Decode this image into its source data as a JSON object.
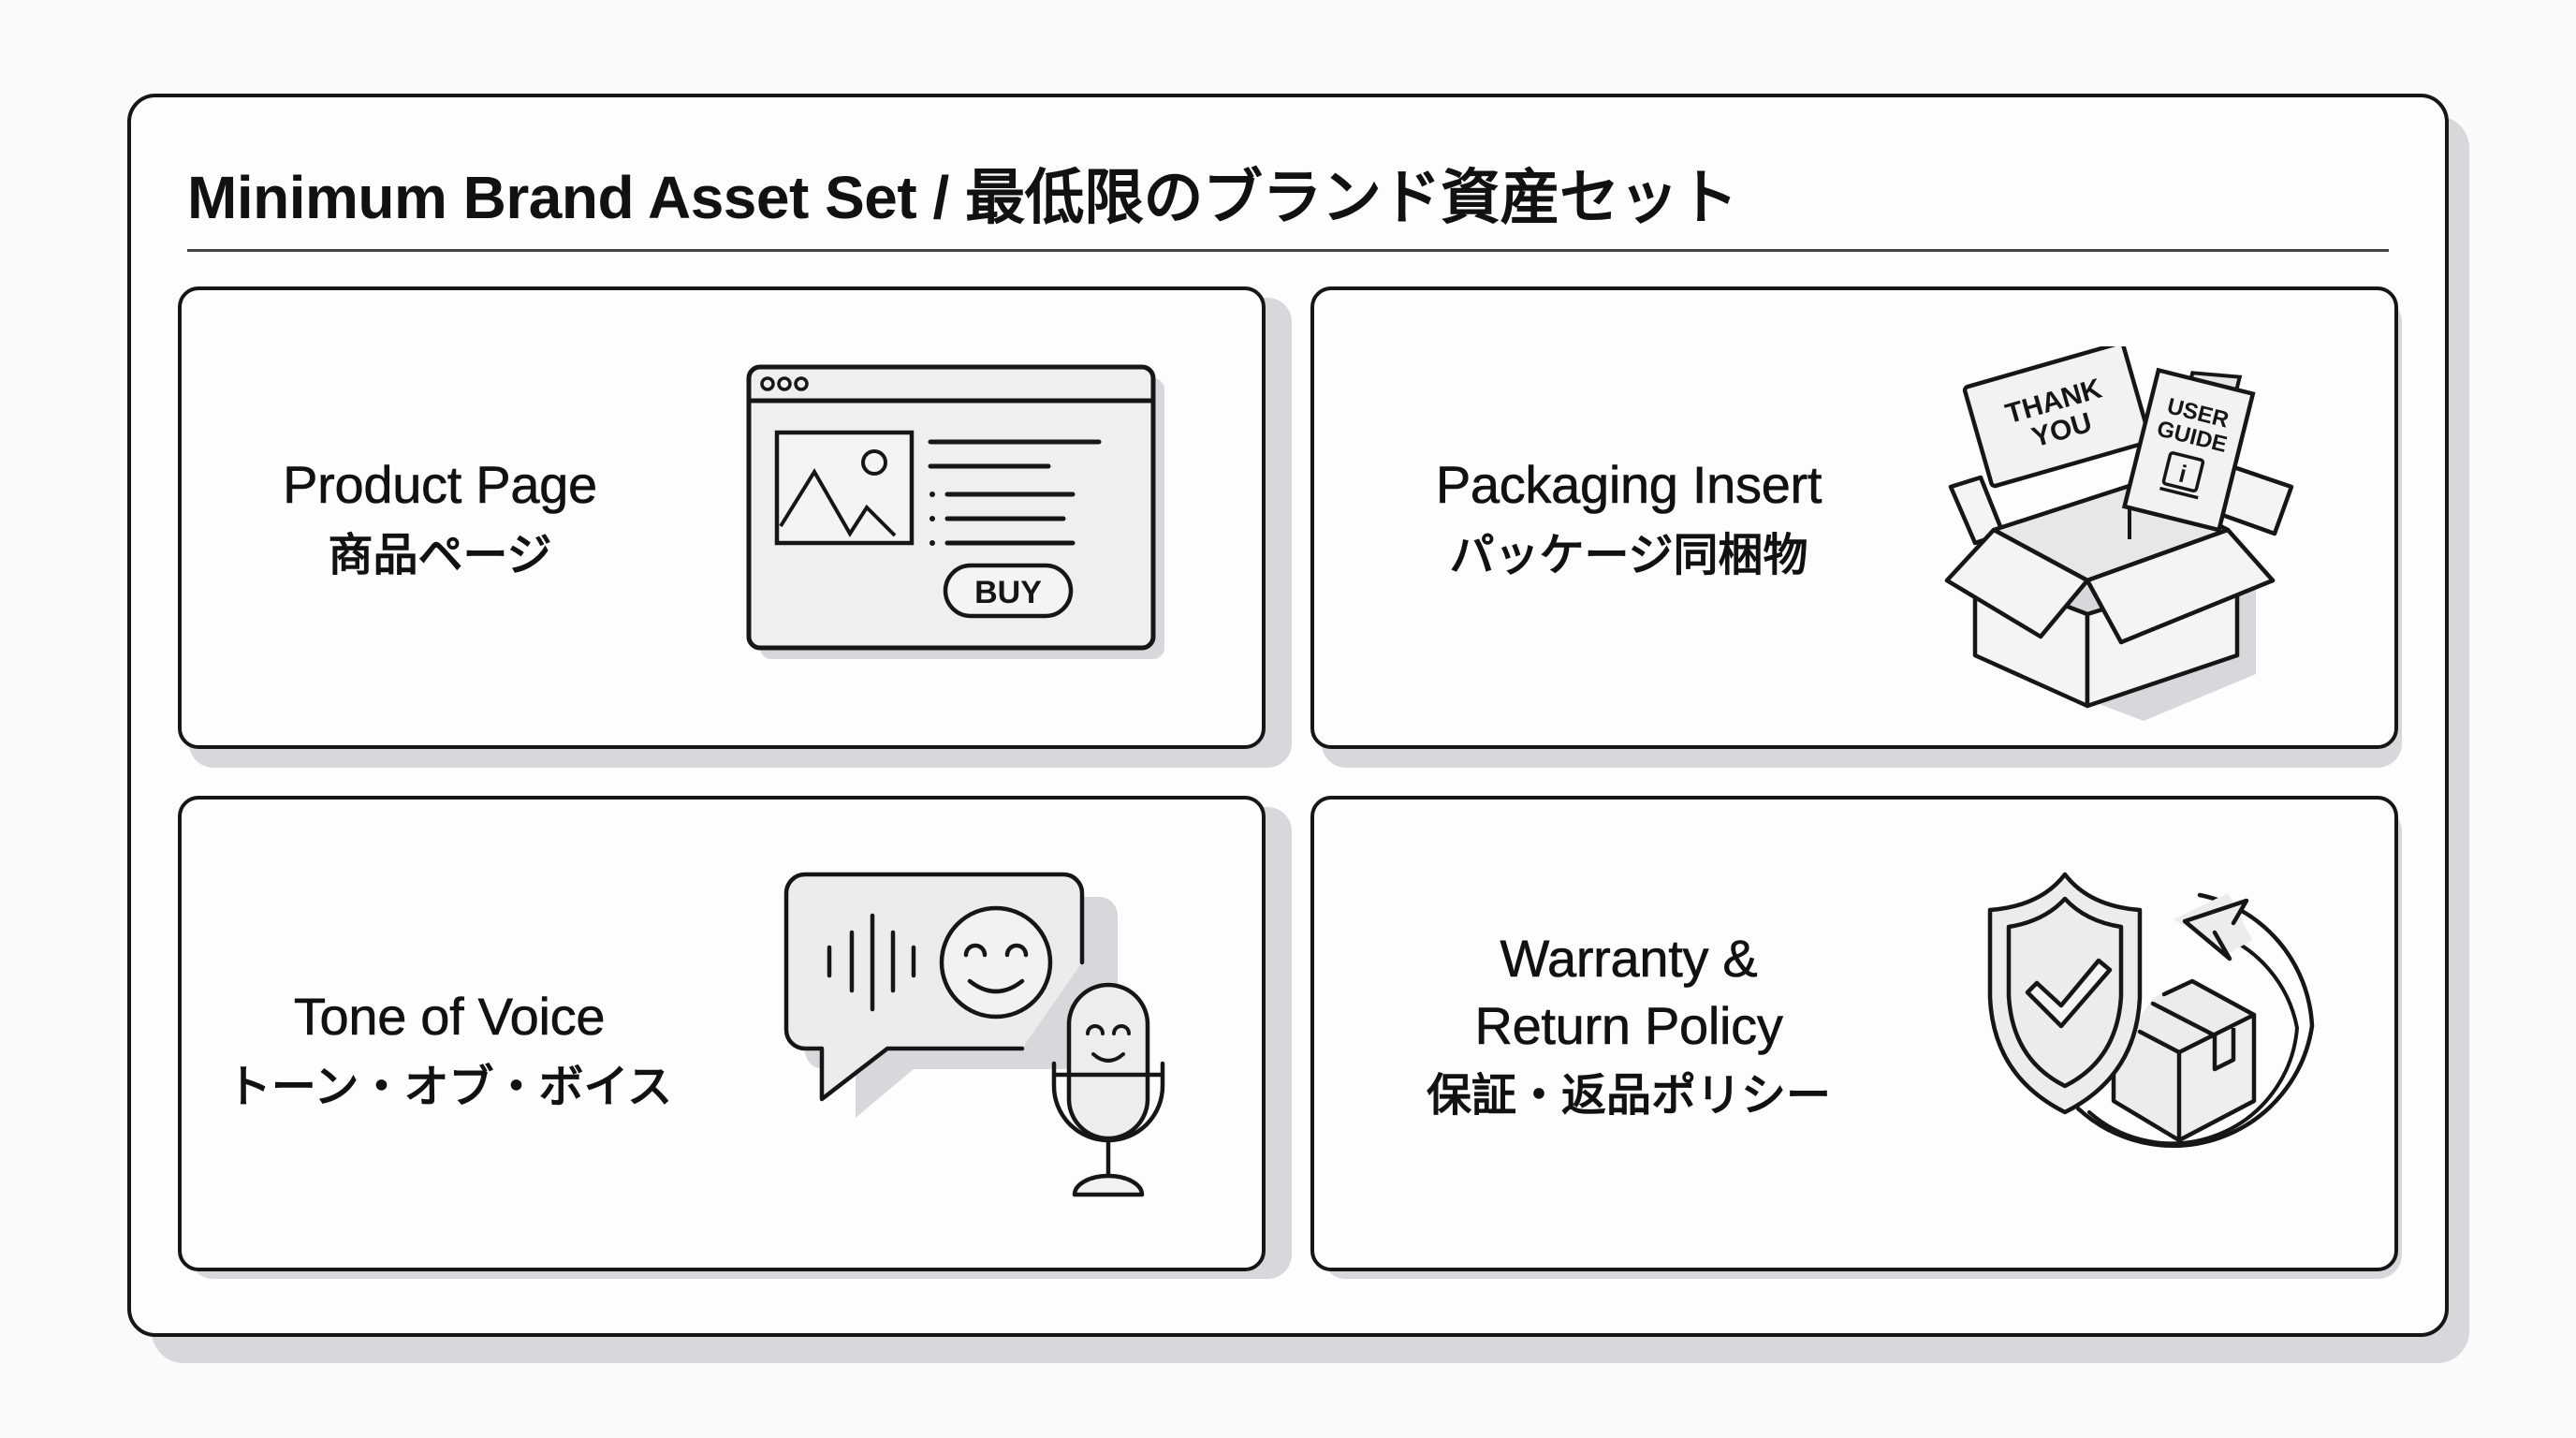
{
  "header": {
    "title": "Minimum Brand Asset Set / 最低限のブランド資産セット"
  },
  "cards": [
    {
      "id": "product-page",
      "title_en": "Product Page",
      "title_jp": "商品ページ",
      "icon": "browser-window-product-icon",
      "icon_button_label": "BUY"
    },
    {
      "id": "packaging-insert",
      "title_en": "Packaging Insert",
      "title_jp": "パッケージ同梱物",
      "icon": "open-box-inserts-icon",
      "card_label_line1": "THANK",
      "card_label_line2": "YOU",
      "guide_label_line1": "USER",
      "guide_label_line2": "GUIDE",
      "guide_info_glyph": "i"
    },
    {
      "id": "tone-of-voice",
      "title_en": "Tone of Voice",
      "title_jp": "トーン・オブ・ボイス",
      "icon": "speech-bubble-microphone-icon"
    },
    {
      "id": "warranty-return",
      "title_en_line1": "Warranty &",
      "title_en_line2": "Return Policy",
      "title_jp": "保証・返品ポリシー",
      "icon": "shield-check-return-box-icon"
    }
  ],
  "colors": {
    "stroke": "#161616",
    "background": "#fafafa",
    "card_fill": "#fdfdfd",
    "shadow": "#d6d8db",
    "icon_fill": "#ededed"
  }
}
